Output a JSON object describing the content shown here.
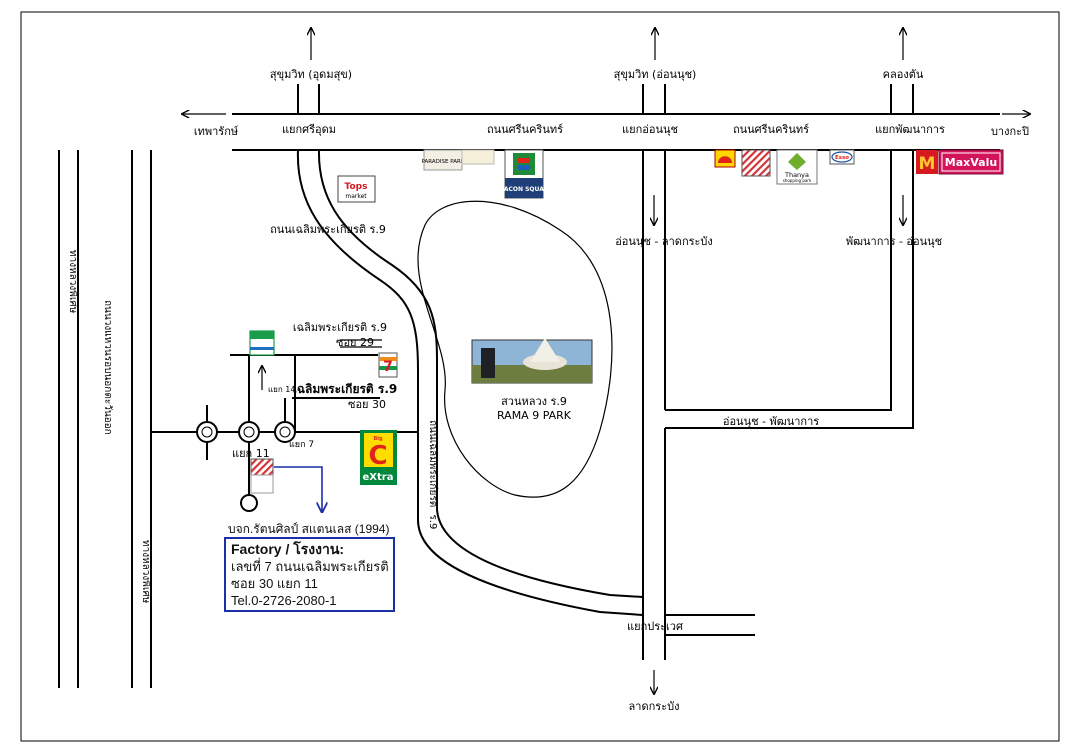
{
  "top_roads": {
    "sukhumvit_udomsuk": "สุขุมวิท (อุดมสุข)",
    "sukhumvit_onnut": "สุขุมวิท (อ่อนนุช)",
    "khlong_tan": "คลองตัน"
  },
  "main_road": {
    "left_end": "เทพารักษ์",
    "right_end": "บางกะปิ",
    "junction_1": "แยกศรีอุดม",
    "road_1": "ถนนศรีนครินทร์",
    "junction_2": "แยกอ่อนนุช",
    "road_2": "ถนนศรีนครินทร์",
    "junction_3": "แยกพัฒนาการ"
  },
  "side_labels": {
    "chalerm_road": "ถนนเฉลิมพระเกียรติ ร.9",
    "onnut_latkrabang": "อ่อนนุช - ลาดกระบัง",
    "phatthanakan_onnut": "พัฒนาการ - อ่อนนุช",
    "onnut_phatthanakan": "อ่อนนุช - พัฒนาการ",
    "chalerm_v1": "ถนนเฉลิมพระเกียรติ",
    "chalerm_v2": "ร.9",
    "soi_29_line1": "เฉลิมพระเกียรติ ร.9",
    "soi_29_line2": "ซอย 29",
    "soi_30_line1": "เฉลิมพระเกียรติ ร.9",
    "soi_30_line2": "ซอย 30",
    "yaek_14": "แยก 14",
    "yaek_7": "แยก 7",
    "yaek_11": "แยก 11",
    "yaek_prawet": "แยกประเวศ",
    "lat_krabang": "ลาดกระบัง",
    "left_highway_1": "ทางหลวงพิเศษ",
    "left_highway_2": "ถนนวงแหวนรอบนอกตะวันออก",
    "left_highway_3": "ทางหลวงพิเศษ"
  },
  "park": {
    "name_th": "สวนหลวง ร.9",
    "name_en": "RAMA 9 PARK"
  },
  "landmarks": {
    "paradise_park": "PARADISE PARK",
    "seacon_square": "SEACON SQUARE",
    "tops": "Tops",
    "tops_sub": "market",
    "thanya": "Thanya",
    "thanya_sub": "shopping park",
    "esso": "Esso",
    "maxvalu": "MaxValu",
    "mcdonalds": "M",
    "bigc_top": "Big",
    "bigc_c": "C",
    "bigc_bottom": "eXtra",
    "seven_eleven": "7",
    "familymart": "FamilyMart",
    "shell": "Shell"
  },
  "company": {
    "name": "บจก.รัตนศิลป์ สแตนเลส (1994)",
    "title": "Factory / โรงงาน:",
    "address_1": "เลขที่ 7 ถนนเฉลิมพระเกียรติ",
    "address_2": "ซอย 30 แยก 11",
    "tel": "Tel.0-2726-2080-1"
  },
  "colors": {
    "info_border": "#1a2fa8",
    "destination_hatch": "#d3343a",
    "seacon_green": "#1f8a3a",
    "bigc_red": "#e2231a",
    "bigc_green": "#00883c",
    "maxvalu_red": "#d4145a",
    "familymart_green": "#1b9e4b",
    "tops_red": "#d71920"
  }
}
